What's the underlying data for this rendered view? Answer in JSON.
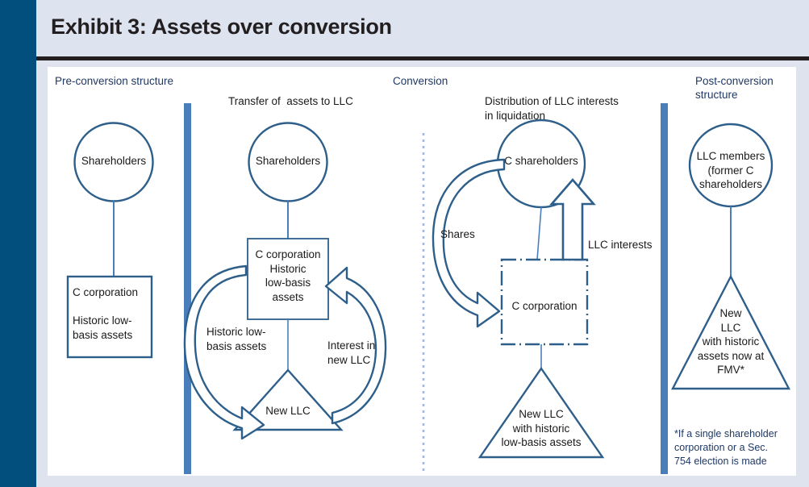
{
  "header": {
    "title": "Exhibit 3: Assets over conversion",
    "accent_bar_color": "#024e7d",
    "band_color": "#dde3ef",
    "rule_color": "#231f20"
  },
  "colors": {
    "shape_stroke": "#2e5f8a",
    "divider_blue": "#4a7ebb",
    "dotted_divider": "#9cb8dc",
    "connector_line": "#4a7ebb",
    "text_navy": "#1f3864",
    "text_dark": "#1a1a1a",
    "page_background": "#dfe3ee",
    "canvas_background": "#ffffff"
  },
  "section_labels": {
    "pre_conversion": "Pre-conversion structure",
    "conversion": "Conversion",
    "post_conversion": "Post-conversion\nstructure"
  },
  "panels": {
    "pre_conversion": {
      "shareholders_circle": "Shareholders",
      "c_corp_box": "C corporation\n\nHistoric low-\nbasis assets"
    },
    "transfer": {
      "heading": "Transfer of  assets to LLC",
      "shareholders_circle": "Shareholders",
      "c_corp_box": "C corporation\nHistoric\nlow-basis\nassets",
      "new_llc_triangle": "New LLC",
      "arrow_left_label": "Historic low-\nbasis assets",
      "arrow_right_label": "Interest in\nnew LLC"
    },
    "distribution": {
      "heading": "Distribution of LLC interests\nin liquidation",
      "c_shareholders_circle": "C shareholders",
      "c_corp_box_dashed": "C corporation",
      "new_llc_triangle": "New LLC\nwith historic\nlow-basis assets",
      "arrow_shares_label": "Shares",
      "arrow_llc_interests_label": "LLC interests"
    },
    "post_conversion": {
      "llc_members_circle": "LLC members\n(former C\nshareholders",
      "new_llc_triangle": "New\nLLC\nwith historic\nassets now at\nFMV*",
      "footnote": "*If a  single shareholder\ncorporation or a Sec.\n754 election is made"
    }
  }
}
